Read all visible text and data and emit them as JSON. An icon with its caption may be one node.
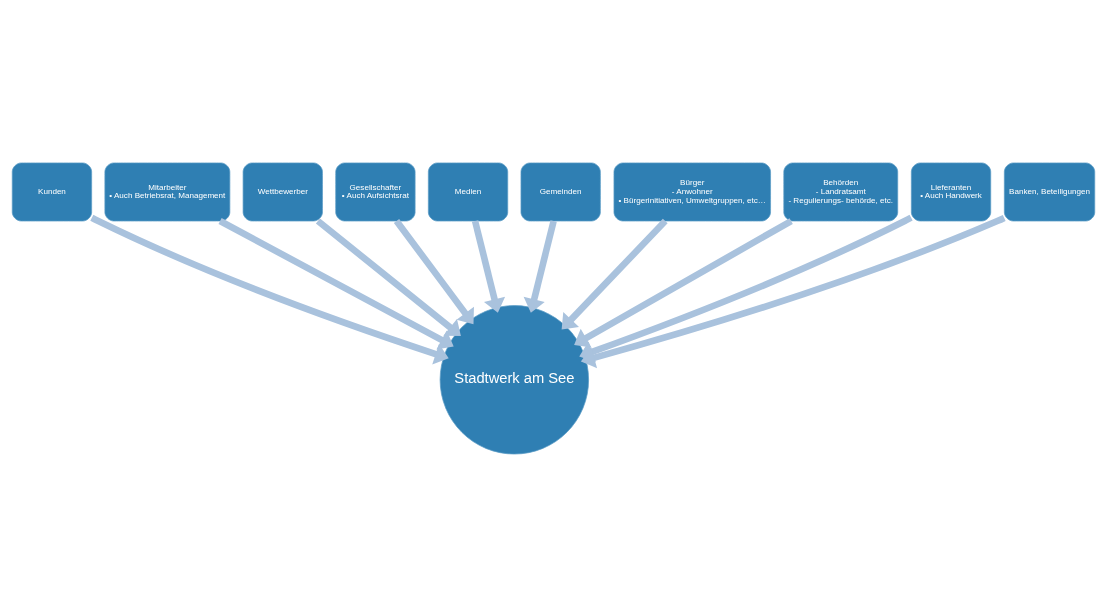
{
  "diagram": {
    "nodes": [
      {
        "text": [
          "Kunden"
        ]
      },
      {
        "text": [
          "Mitarbeiter",
          "• Auch Betriebsrat, Management"
        ]
      },
      {
        "text": [
          "Wettbewerber"
        ]
      },
      {
        "text": [
          "Gesellschafter",
          "• Auch Aufsichtsrat"
        ]
      },
      {
        "text": [
          "Medien"
        ]
      },
      {
        "text": [
          "Gemeinden"
        ]
      },
      {
        "text": [
          "Bürger",
          "- Anwohner",
          "• Bürgerinitiativen, Umweltgruppen, etc…"
        ]
      },
      {
        "text": [
          "Behörden",
          "- Landratsamt",
          "- Regulierungs- behörde, etc."
        ]
      },
      {
        "text": [
          "Lieferanten",
          "• Auch Handwerk"
        ]
      },
      {
        "text": [
          "Banken, Beteiligungen"
        ]
      },
      {
        "text": [
          "Stadtwerk am See"
        ]
      }
    ],
    "edges": [
      {
        "from": 0,
        "to": 10,
        "arrow": "to"
      },
      {
        "from": 1,
        "to": 10,
        "arrow": "to"
      },
      {
        "from": 2,
        "to": 10,
        "arrow": "to"
      },
      {
        "from": 3,
        "to": 10,
        "arrow": "to"
      },
      {
        "from": 4,
        "to": 10,
        "arrow": "to"
      },
      {
        "from": 5,
        "to": 10,
        "arrow": "to"
      },
      {
        "from": 6,
        "to": 10,
        "arrow": "to"
      },
      {
        "from": 7,
        "to": 10,
        "arrow": "to"
      },
      {
        "from": 8,
        "to": 10,
        "arrow": "to"
      },
      {
        "from": 9,
        "to": 10,
        "arrow": "to"
      }
    ]
  }
}
